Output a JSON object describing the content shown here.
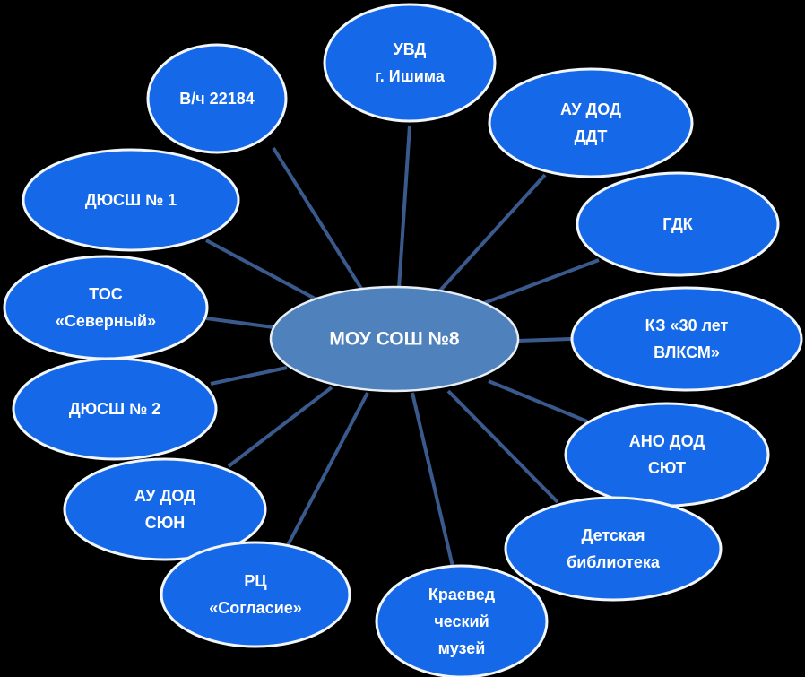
{
  "colors": {
    "background": "#000000",
    "center_fill": "#4F81BD",
    "center_stroke": "#E6EDF5",
    "node_fill": "#1569E8",
    "node_stroke": "#F2F5FA",
    "connector": "#3A5A8E",
    "text": "#FFFFFF"
  },
  "center": {
    "label": "МОУ СОШ №8"
  },
  "nodes": [
    {
      "id": "uvd",
      "lines": [
        "УВД",
        "г. Ишима"
      ]
    },
    {
      "id": "vch",
      "lines": [
        "В/ч 22184"
      ]
    },
    {
      "id": "au-dod-ddt",
      "lines": [
        "АУ ДОД",
        "ДДТ"
      ]
    },
    {
      "id": "dyussh-1",
      "lines": [
        "ДЮСШ № 1"
      ]
    },
    {
      "id": "gdk",
      "lines": [
        "ГДК"
      ]
    },
    {
      "id": "tos",
      "lines": [
        "ТОС",
        "«Северный»"
      ]
    },
    {
      "id": "kz",
      "lines": [
        "КЗ «30 лет",
        "ВЛКСМ»"
      ]
    },
    {
      "id": "dyussh-2",
      "lines": [
        "ДЮСШ № 2"
      ]
    },
    {
      "id": "ano-dod-syut",
      "lines": [
        "АНО ДОД",
        "СЮТ"
      ]
    },
    {
      "id": "au-dod-syun",
      "lines": [
        "АУ ДОД",
        "СЮН"
      ]
    },
    {
      "id": "library",
      "lines": [
        "Детская",
        "библиотека"
      ]
    },
    {
      "id": "rc",
      "lines": [
        "РЦ",
        "«Согласие»"
      ]
    },
    {
      "id": "museum",
      "lines": [
        "Краевед",
        "ческий",
        "музей"
      ]
    }
  ]
}
